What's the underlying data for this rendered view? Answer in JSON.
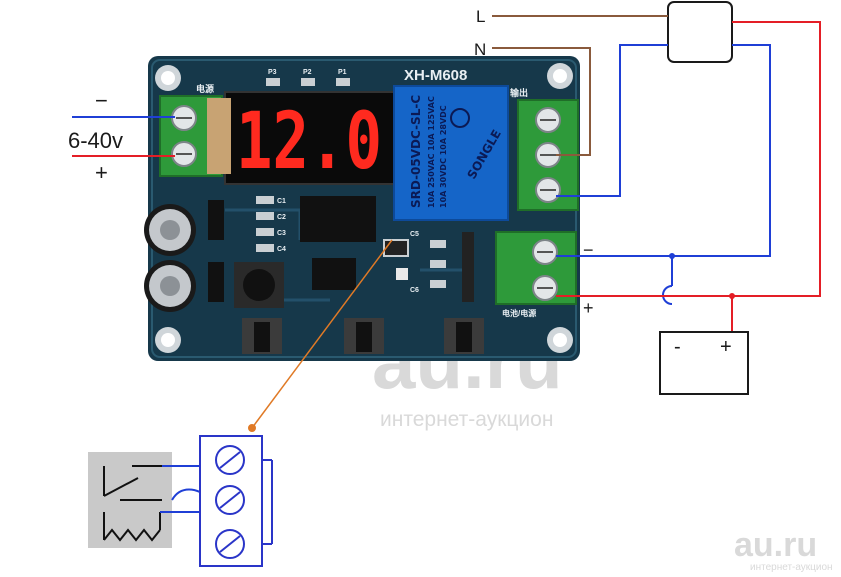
{
  "board": {
    "model": "XH-M608",
    "display_value": "12.0",
    "power_silk": "电源",
    "output_silk": "输出",
    "battery_silk": "电池/电源",
    "cap_labels": [
      "C1",
      "C2",
      "C3",
      "C4",
      "C5",
      "C6"
    ],
    "top_labels": [
      "P3",
      "P2",
      "P1"
    ],
    "relay_lines": [
      "SRD-05VDC-SL-C",
      "10A 250VAC  10A 125VAC",
      "10A 30VDC  10A 28VDC",
      "SONGLE"
    ]
  },
  "power_input": {
    "voltage": "6-40v",
    "minus": "−",
    "plus": "+"
  },
  "mains": {
    "l": "L",
    "n": "N"
  },
  "battery": {
    "minus": "-",
    "plus": "+"
  },
  "battery_terminal": {
    "minus": "−",
    "plus": "+"
  },
  "watermark": {
    "main": "au.ru",
    "sub": "интернет-аукцион",
    "corner": "au.ru",
    "corner_sub": "интернет-аукцион"
  },
  "colors": {
    "wire_blue": "#1f3fd6",
    "wire_red": "#e41e26",
    "wire_brown": "#8a5a3c",
    "pcb": "#16384a",
    "relay": "#1565c8",
    "terminal_green": "#2e9a3a",
    "leader_orange": "#e07a26"
  }
}
